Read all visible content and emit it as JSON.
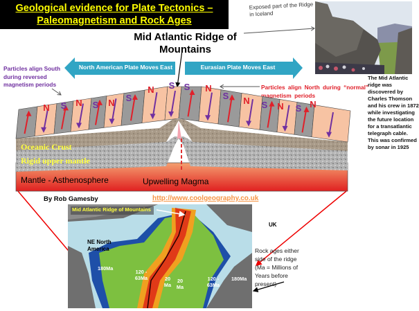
{
  "title": {
    "line1": "Geological evidence for Plate Tectonics –",
    "line2": "Paleomagnetism and Rock Ages"
  },
  "ridge_title": {
    "line1": "Mid Atlantic Ridge of",
    "line2": "Mountains"
  },
  "plate_arrows": {
    "left": "North American Plate Moves East",
    "right": "Eurasian Plate Moves East"
  },
  "exposed_label": "Exposed part of the Ridge in Iceland",
  "discovery_note": "The Mid Atlantic ridge was discovered by Charles Thomson and his crew in 1872 while investigating the future location for a transatlantic telegraph cable. This was confirmed by sonar in 1925",
  "south_note": "Particles align South during reversed magnetism periods",
  "north_note": "Particles align North during “normal” magnetism periods",
  "poles": [
    "N",
    "S",
    "N",
    "S",
    "N",
    "S",
    "N",
    "S",
    "S",
    "N",
    "S",
    "N",
    "S",
    "N",
    "S",
    "N"
  ],
  "layers": {
    "crust": "Oceanic Crust",
    "upper_mantle": "Rigid upper mantle",
    "asthenosphere": "Mantle - Asthenosphere",
    "magma": "Upwelling Magma"
  },
  "author": "By Rob Gamesby",
  "link": "http://www.coolgeography.co.uk",
  "map": {
    "ridge_label": "Mid Atlantic Ridge of Mountains",
    "uk": "UK",
    "na": "NE North America",
    "age_180_left": "180Ma",
    "age_120_left": "120 - 63Ma",
    "age_20_left": "20 Ma",
    "age_20_right": "20 Ma",
    "age_120_right": "120 - 63Ma",
    "age_180_right": "180Ma"
  },
  "rock_note": "Rock ages either side of the ridge (Ma = Millions of Years before present)",
  "colors": {
    "title_text": "#ffff00",
    "north": "#e0202a",
    "south": "#7030a0",
    "plate_arrow": "#31a5c4",
    "link": "#f79646"
  }
}
